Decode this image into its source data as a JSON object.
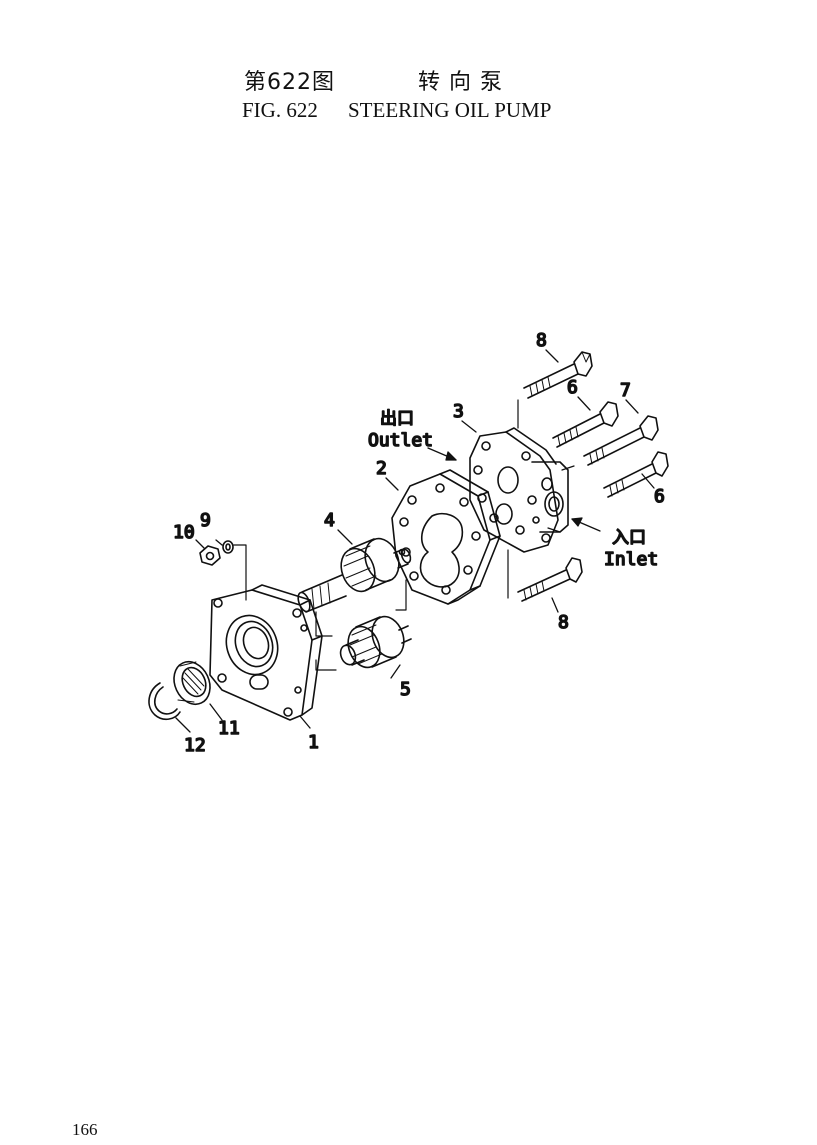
{
  "header": {
    "fig_cn": "第622图",
    "title_cn": "转 向 泵",
    "fig_en": "FIG. 622",
    "title_en": "STEERING OIL PUMP"
  },
  "callouts": {
    "c1": "1",
    "c2": "2",
    "c3": "3",
    "c4": "4",
    "c5": "5",
    "c6a": "6",
    "c6b": "6",
    "c7": "7",
    "c8a": "8",
    "c8b": "8",
    "c9": "9",
    "c10": "10",
    "c11": "11",
    "c12": "12"
  },
  "ports": {
    "outlet_cn": "出口",
    "outlet_en": "Outlet",
    "inlet_cn": "入口",
    "inlet_en": "Inlet"
  },
  "footer": {
    "page_number": "166"
  }
}
